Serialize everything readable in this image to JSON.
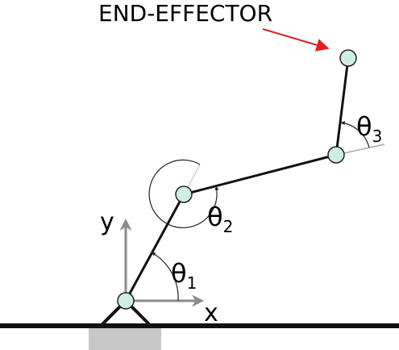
{
  "title": "END-EFFECTOR",
  "axes": {
    "x_label": "x",
    "y_label": "y"
  },
  "angles": [
    {
      "symbol": "θ",
      "sub": "1"
    },
    {
      "symbol": "θ",
      "sub": "2"
    },
    {
      "symbol": "θ",
      "sub": "3"
    }
  ],
  "colors": {
    "link": "#111111",
    "joint_fill": "#cfeee3",
    "joint_stroke": "#222222",
    "axis": "#8a8a8a",
    "pointer": "#e02020",
    "ground": "#111111",
    "base_block": "#c8c8c8"
  }
}
